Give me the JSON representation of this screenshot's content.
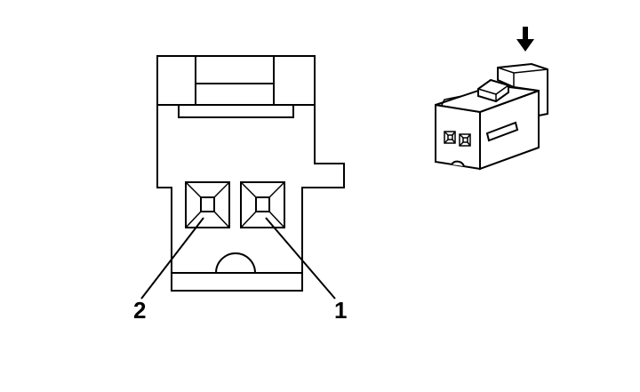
{
  "diagram": {
    "pin_labels": [
      {
        "id": "pin-2",
        "text": "2"
      },
      {
        "id": "pin-1",
        "text": "1"
      }
    ],
    "icons": {
      "front_view": "connector-front-view-icon",
      "iso_view": "connector-isometric-view-icon",
      "arrow": "arrow-down-icon"
    },
    "colors": {
      "line": "#000000",
      "background": "#ffffff"
    }
  }
}
